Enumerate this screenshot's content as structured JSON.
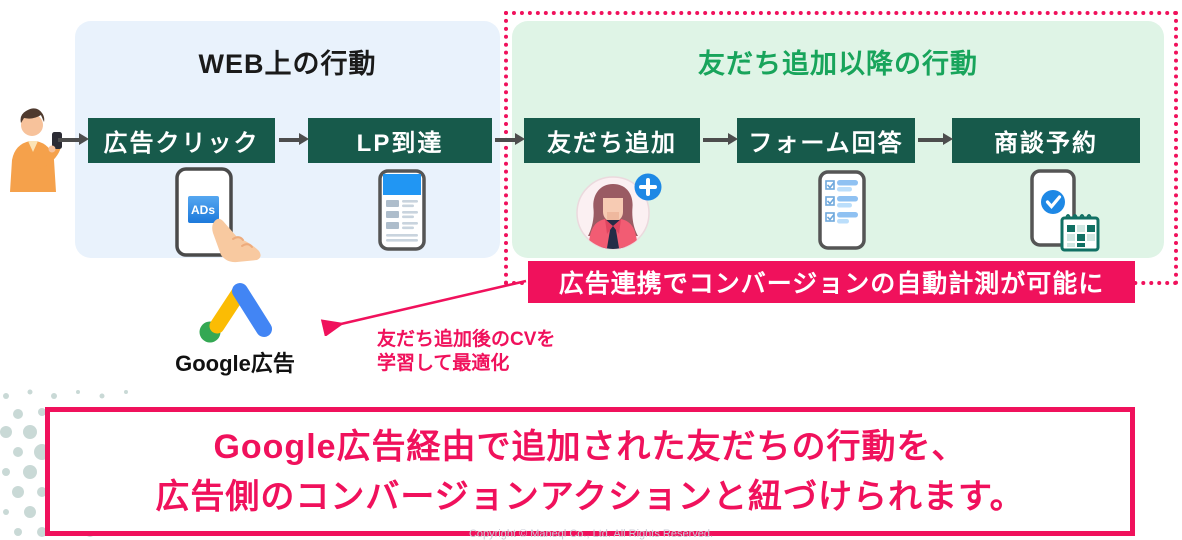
{
  "colors": {
    "accent_pink": "#F0115C",
    "step_box_green": "#175A4B",
    "mint_panel": "#DFF4E6",
    "blue_panel": "#E9F2FC",
    "section_title_green": "#18A45B",
    "arrow_gray": "#4D4D4D",
    "google_yellow": "#FBBC04",
    "google_blue": "#4285F4",
    "google_green": "#34A853"
  },
  "web_section": {
    "title": "WEB上の行動",
    "steps": [
      {
        "label": "広告クリック",
        "icon": "ads-phone-icon"
      },
      {
        "label": "LP到達",
        "icon": "lp-phone-icon"
      }
    ],
    "ads_badge": "ADs"
  },
  "line_section": {
    "title": "友だち追加以降の行動",
    "steps": [
      {
        "label": "友だち追加",
        "icon": "friend-add-avatar-icon"
      },
      {
        "label": "フォーム回答",
        "icon": "form-phone-icon"
      },
      {
        "label": "商談予約",
        "icon": "booking-phone-icon"
      }
    ],
    "banner": "広告連携でコンバージョンの自動計測が可能に",
    "badge_plus": "+"
  },
  "google_ads": {
    "label": "Google広告",
    "note_line1": "友だち追加後のCVを",
    "note_line2": "学習して最適化"
  },
  "bottom_message": {
    "line1": "Google広告経由で追加された友だちの行動を、",
    "line2": "広告側のコンバージョンアクションと紐づけられます。"
  },
  "footer": "Copyright © Maneql Co., Ltd. All Rights Reserved."
}
